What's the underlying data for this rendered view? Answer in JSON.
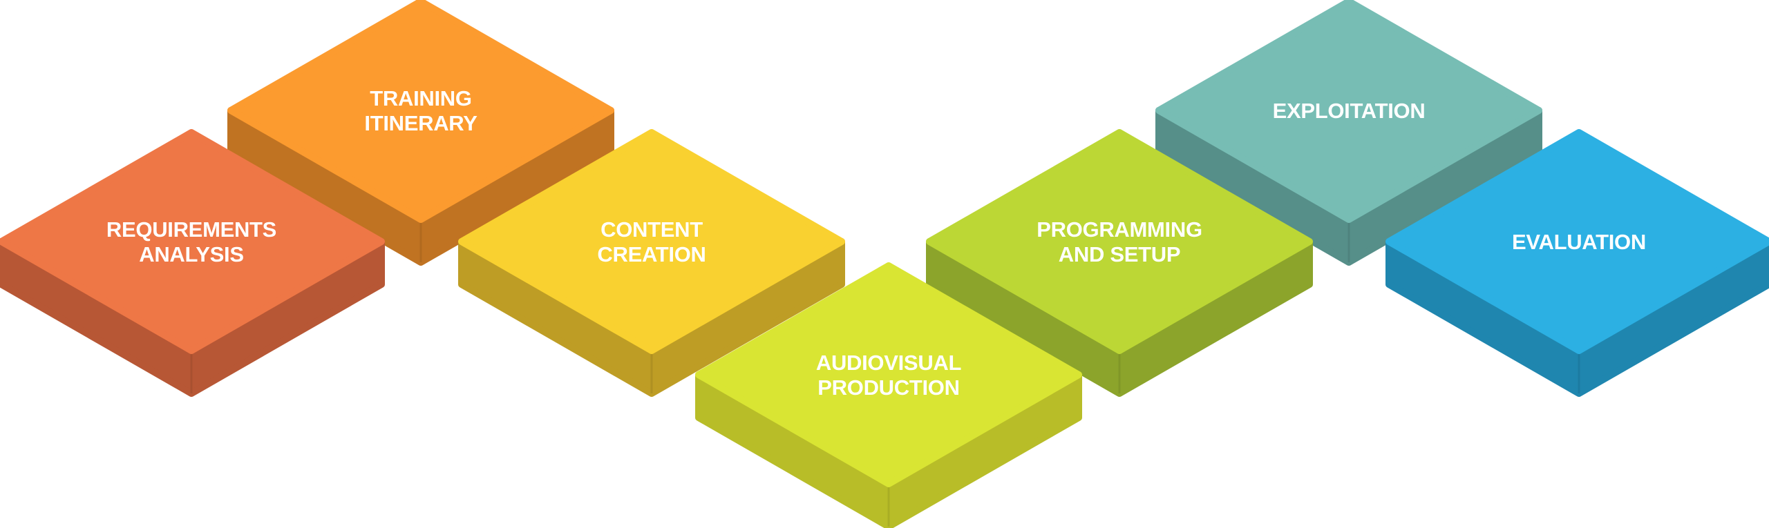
{
  "diagram": {
    "steps": [
      {
        "id": "requirements",
        "lines": [
          "REQUIREMENTS",
          "ANALYSIS"
        ],
        "top": "#EE7746",
        "side": "#B75735"
      },
      {
        "id": "training",
        "lines": [
          "TRAINING",
          "ITINERARY"
        ],
        "top": "#FC9B2F",
        "side": "#C07322"
      },
      {
        "id": "content",
        "lines": [
          "CONTENT",
          "CREATION"
        ],
        "top": "#F9D130",
        "side": "#BE9D25"
      },
      {
        "id": "audiovisual",
        "lines": [
          "AUDIOVISUAL",
          "PRODUCTION"
        ],
        "top": "#D9E533",
        "side": "#B8BD28"
      },
      {
        "id": "programming",
        "lines": [
          "PROGRAMMING",
          "AND SETUP"
        ],
        "top": "#BCD735",
        "side": "#8CA42B"
      },
      {
        "id": "exploitation",
        "lines": [
          "EXPLOITATION"
        ],
        "top": "#77BDB4",
        "side": "#568F89"
      },
      {
        "id": "evaluation",
        "lines": [
          "EVALUATION"
        ],
        "top": "#2CB0E3",
        "side": "#1F86AF"
      }
    ]
  }
}
